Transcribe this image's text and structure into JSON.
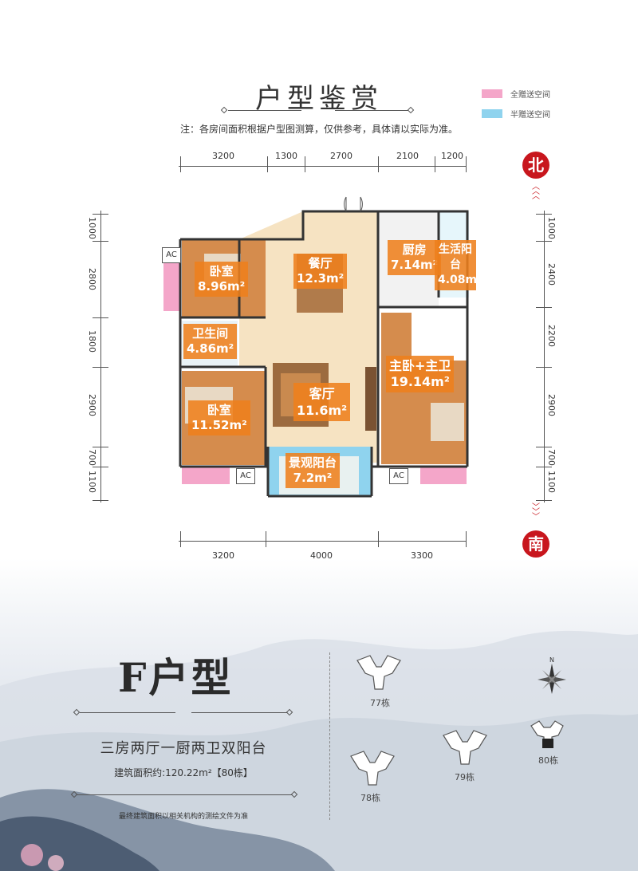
{
  "header": {
    "title": "户型鉴赏",
    "note": "注：各房间面积根据户型图测算，仅供参考，具体请以实际为准。"
  },
  "legend": [
    {
      "label": "全赠送空间",
      "color": "#f4a6c9"
    },
    {
      "label": "半赠送空间",
      "color": "#8fd3ee"
    }
  ],
  "dimensions": {
    "top": [
      "3200",
      "1300",
      "2700",
      "2100",
      "1200"
    ],
    "bottom": [
      "3200",
      "4000",
      "3300"
    ],
    "left": [
      "1000",
      "2800",
      "1800",
      "2900",
      "700",
      "1100"
    ],
    "right": [
      "1000",
      "2400",
      "2200",
      "2900",
      "700",
      "1100"
    ]
  },
  "compass": {
    "north": "北",
    "south": "南"
  },
  "rooms": {
    "bedroom1": {
      "name": "卧室",
      "area": "8.96m²"
    },
    "dining": {
      "name": "餐厅",
      "area": "12.3m²"
    },
    "kitchen": {
      "name": "厨房",
      "area": "7.14m²"
    },
    "utility_balcony": {
      "name": "生活阳台",
      "area": "4.08m²"
    },
    "bathroom": {
      "name": "卫生间",
      "area": "4.86m²"
    },
    "master": {
      "name": "主卧+主卫",
      "area": "19.14m²"
    },
    "bedroom2": {
      "name": "卧室",
      "area": "11.52m²"
    },
    "living": {
      "name": "客厅",
      "area": "11.6m²"
    },
    "view_balcony": {
      "name": "景观阳台",
      "area": "7.2m²"
    }
  },
  "ac_label": "AC",
  "colors": {
    "accent": "#ee801c",
    "red": "#c8161d",
    "floor": "#f6e3c2",
    "wood": "#d58c4d"
  },
  "unit": {
    "type_title": "F户型",
    "layout": "三房两厅一厨两卫双阳台",
    "area_text": "建筑面积约:120.22m²【80栋】",
    "footnote": "最终建筑面积以相关机构的测绘文件为准"
  },
  "buildings": [
    "77栋",
    "78栋",
    "79栋",
    "80栋"
  ],
  "north_small": "N"
}
